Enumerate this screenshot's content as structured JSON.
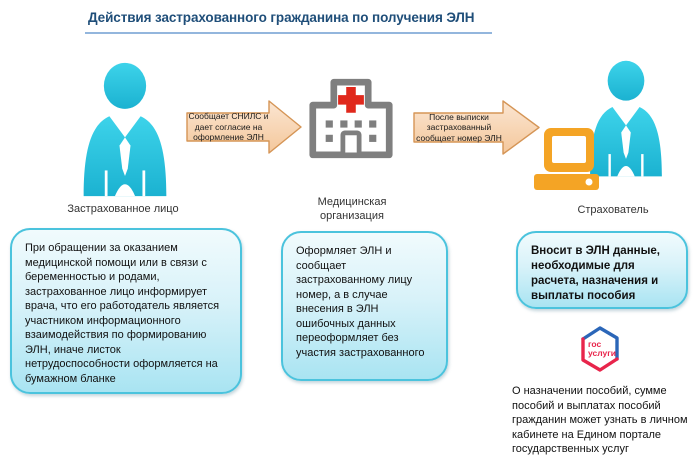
{
  "title": {
    "text": "Действия застрахованного гражданина по получения ЭЛН"
  },
  "actors": [
    {
      "id": "insured",
      "label": "Застрахованное лицо"
    },
    {
      "id": "medical",
      "label": "Медицинская организация"
    },
    {
      "id": "employer",
      "label": "Страхователь"
    }
  ],
  "arrows": [
    {
      "text": "Сообщает СНИЛС и дает согласие на оформление ЭЛН"
    },
    {
      "text": "После выписки застрахованный сообщает номер ЭЛН"
    }
  ],
  "boxes": [
    {
      "text": "При обращении за оказанием медицинской помощи или в связи с беременностью и родами, застрахованное лицо информирует врача, что его работодатель является участником информационного взаимодействия по формированию ЭЛН, иначе листок нетрудоспособности оформляется на бумажном бланке"
    },
    {
      "text": "Оформляет ЭЛН и сообщает застрахованному лицу номер, а в случае внесения в ЭЛН ошибочных данных переоформляет без участия застрахованного"
    },
    {
      "text": "Вносит в ЭЛН данные, необходимые для расчета, назначения и выплаты пособия"
    }
  ],
  "logo": {
    "line1": "гос",
    "line2": "услуги"
  },
  "footnote": {
    "text": "О назначении пособий, сумме пособий и выплатах пособий гражданин может узнать в личном кабинете на Едином портале государственных услуг"
  },
  "colors": {
    "person_cyan": "#2BC6DF",
    "arrow_fill_top": "#FBE6D2",
    "arrow_fill_bottom": "#F4C79B",
    "arrow_border": "#D59556",
    "box_border": "#4BC3DD",
    "title_blue": "#1F4E79",
    "logo_blue": "#2B66B8",
    "logo_red": "#E8254B",
    "hospital_gray": "#7F7F7F",
    "cross_red": "#E0281C",
    "computer_orange": "#F4A425"
  }
}
